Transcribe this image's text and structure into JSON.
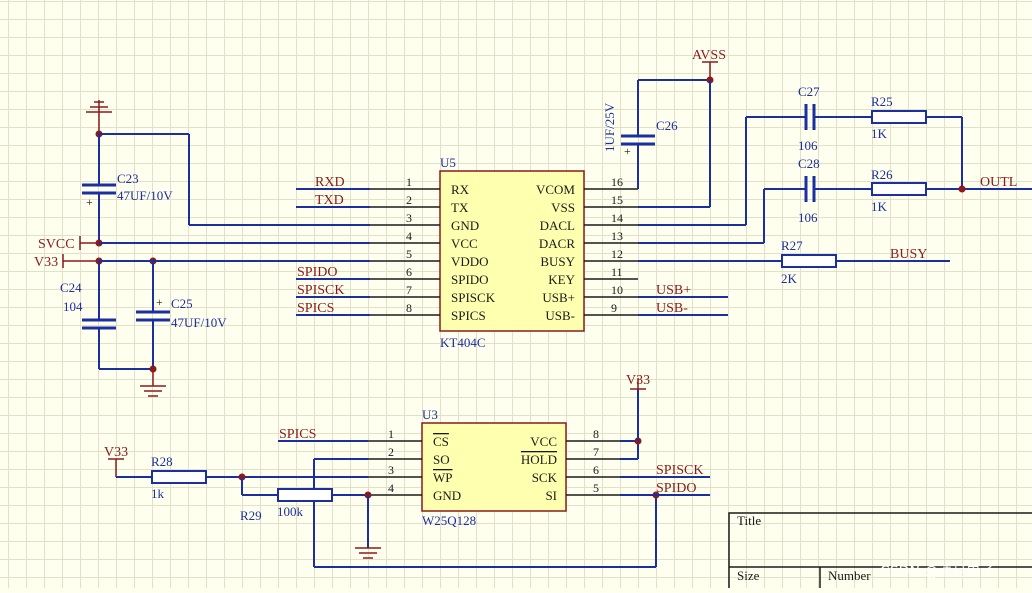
{
  "u5": {
    "ref": "U5",
    "part": "KT404C",
    "left_pins": [
      {
        "num": "1",
        "name": "RX"
      },
      {
        "num": "2",
        "name": "TX"
      },
      {
        "num": "3",
        "name": "GND"
      },
      {
        "num": "4",
        "name": "VCC"
      },
      {
        "num": "5",
        "name": "VDDO"
      },
      {
        "num": "6",
        "name": "SPIDO"
      },
      {
        "num": "7",
        "name": "SPISCK"
      },
      {
        "num": "8",
        "name": "SPICS"
      }
    ],
    "right_pins": [
      {
        "num": "16",
        "name": "VCOM"
      },
      {
        "num": "15",
        "name": "VSS"
      },
      {
        "num": "14",
        "name": "DACL"
      },
      {
        "num": "13",
        "name": "DACR"
      },
      {
        "num": "12",
        "name": "BUSY"
      },
      {
        "num": "11",
        "name": "KEY"
      },
      {
        "num": "10",
        "name": "USB+"
      },
      {
        "num": "9",
        "name": "USB-"
      }
    ]
  },
  "u3": {
    "ref": "U3",
    "part": "W25Q128",
    "left_pins": [
      {
        "num": "1",
        "name": "CS"
      },
      {
        "num": "2",
        "name": "SO"
      },
      {
        "num": "3",
        "name": "WP"
      },
      {
        "num": "4",
        "name": "GND"
      }
    ],
    "right_pins": [
      {
        "num": "8",
        "name": "VCC"
      },
      {
        "num": "7",
        "name": "HOLD"
      },
      {
        "num": "6",
        "name": "SCK"
      },
      {
        "num": "5",
        "name": "SI"
      }
    ]
  },
  "nets": {
    "rxd": "RXD",
    "txd": "TXD",
    "spido": "SPIDO",
    "spisck": "SPISCK",
    "spics": "SPICS",
    "usbp": "USB+",
    "usbm": "USB-",
    "busy": "BUSY",
    "outl": "OUTL",
    "avss": "AVSS",
    "svcc": "SVCC",
    "v33": "V33",
    "u3_spics": "SPICS",
    "u3_spisck": "SPISCK",
    "u3_spido": "SPIDO",
    "v33_top": "V33",
    "v33_left": "V33"
  },
  "components": {
    "c23": {
      "ref": "C23",
      "value": "47UF/10V"
    },
    "c24": {
      "ref": "C24",
      "value": "104"
    },
    "c25": {
      "ref": "C25",
      "value": "47UF/10V"
    },
    "c26": {
      "ref": "C26",
      "value": "1UF/25V"
    },
    "c27": {
      "ref": "C27",
      "value": "106"
    },
    "c28": {
      "ref": "C28",
      "value": "106"
    },
    "r25": {
      "ref": "R25",
      "value": "1K"
    },
    "r26": {
      "ref": "R26",
      "value": "1K"
    },
    "r27": {
      "ref": "R27",
      "value": "2K"
    },
    "r28": {
      "ref": "R28",
      "value": "1k"
    },
    "r29": {
      "ref": "R29",
      "value": "100k"
    }
  },
  "title_block": {
    "title": "Title",
    "size": "Size",
    "number": "Number"
  },
  "watermark": "CSDN @清月电子",
  "colors": {
    "wire": "#1b2fa0",
    "net_label": "#8b1a1a",
    "chip_fill": "#ffffb0",
    "grid": "#e2e0c8",
    "background": "#fffff0"
  }
}
